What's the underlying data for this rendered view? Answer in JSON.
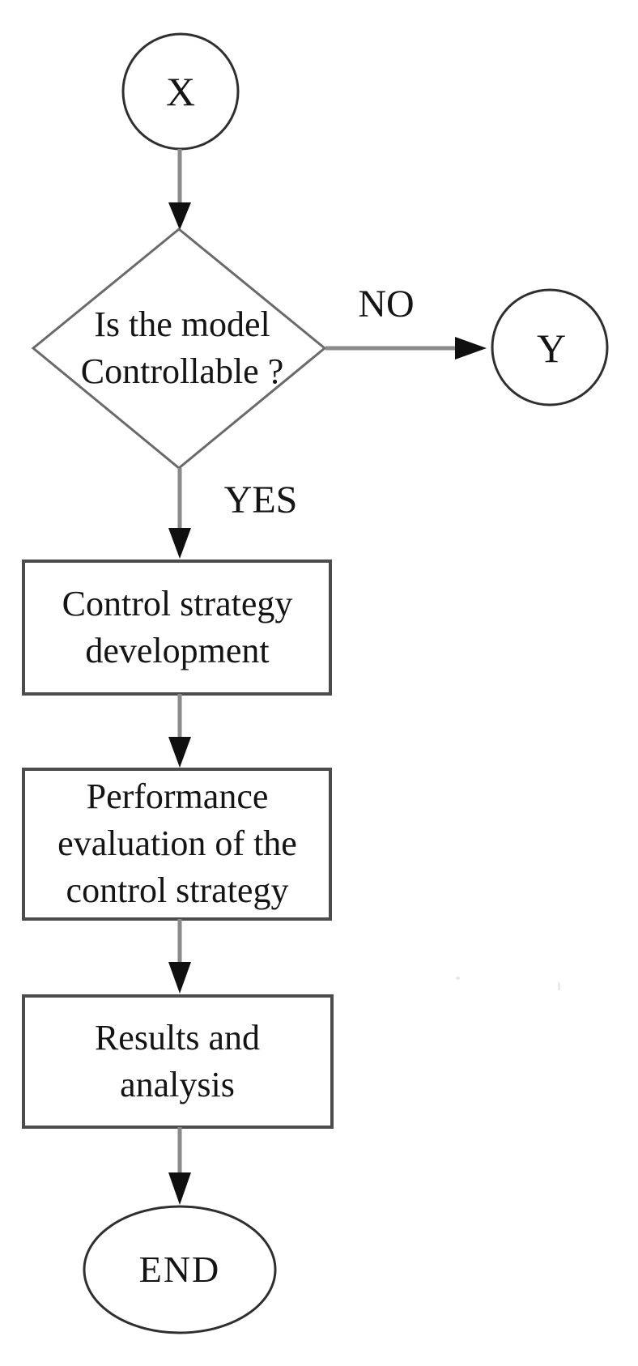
{
  "flowchart": {
    "start_node": {
      "label": "X"
    },
    "decision_node": {
      "line1": "Is the model",
      "line2": "Controllable ?"
    },
    "no_branch": {
      "label": "NO"
    },
    "yes_branch": {
      "label": "YES"
    },
    "no_target_node": {
      "label": "Y"
    },
    "process1": {
      "line1": "Control strategy",
      "line2": "development"
    },
    "process2": {
      "line1": "Performance",
      "line2": "evaluation of the",
      "line3": "control strategy"
    },
    "process3": {
      "line1": "Results and",
      "line2": "analysis"
    },
    "end_node": {
      "label": "END"
    },
    "colors": {
      "connector": "#8a8a8a",
      "arrowhead": "#101010",
      "shape_border": "#4c4c4c",
      "circle_border": "#2f2f2f",
      "diamond_border": "#6a6a6a",
      "text": "#141414",
      "background": "#ffffff"
    }
  }
}
